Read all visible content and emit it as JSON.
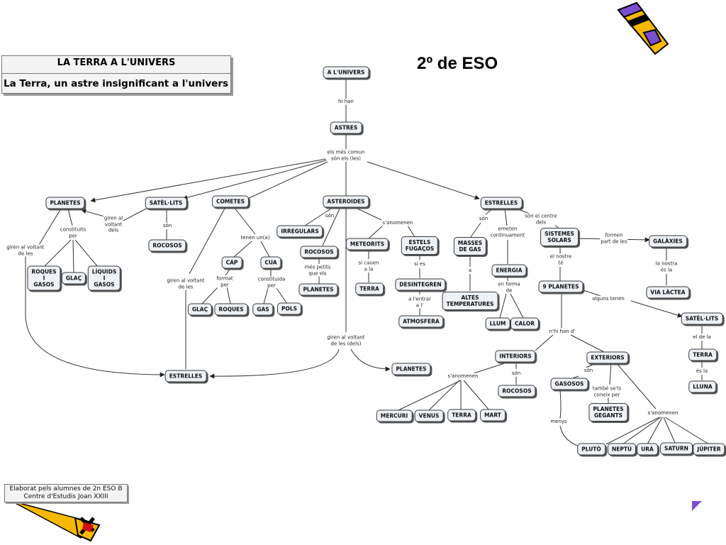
{
  "header": {
    "title": "LA TERRA A L'UNIVERS",
    "subtitle": "La Terra, un astre insignificant a l'univers",
    "grade": "2º de ESO"
  },
  "footer": {
    "credit_line1": "Elaborat pels alumnes de 2n ESO B",
    "credit_line2": "Centre d'Estudis Joan XXIII"
  },
  "concepts": {
    "univers": "A L'UNIVERS",
    "astres": "ASTRES",
    "planetes": "PLANETES",
    "satelits": "SATÈL·LITS",
    "cometes": "COMETES",
    "asteroides": "ASTEROIDES",
    "estrelles": "ESTRELLES",
    "roques_gasos": "ROQUES\nI\nGASOS",
    "glac1": "GLAÇ",
    "liquids_gasos": "LÍQUIDS\nI\nGASOS",
    "rocosos1": "ROCOSOS",
    "cap": "CAP",
    "cua": "CUA",
    "glac2": "GLAÇ",
    "roques": "ROQUES",
    "gas": "GAS",
    "pols": "POLS",
    "irregulars": "IRREGULARS",
    "rocosos2": "ROCOSOS",
    "planetes2": "PLANETES",
    "meteorits": "METEORITS",
    "terra1": "TERRA",
    "estels": "ESTELS\nFUGAÇOS",
    "desintegren": "DESINTEGREN",
    "atmosfera": "ATMOSFERA",
    "estrelles2": "ESTRELLES",
    "planetes3": "PLANETES",
    "masses": "MASSES\nDE GAS",
    "altes": "ALTES\nTEMPERATURES",
    "energia": "ENERGIA",
    "llum": "LLUM",
    "calor": "CALOR",
    "sistemes": "SISTEMES\nSOLARS",
    "galaxies": "GALÀXIES",
    "via": "VIA LÀCTEA",
    "nou": "9 PLANETES",
    "satelits2": "SATÈL·LITS",
    "terra2": "TERRA",
    "lluna": "LLUNA",
    "interiors": "INTERIORS",
    "exteriors": "EXTERIORS",
    "rocosos3": "ROCOSOS",
    "mercuri": "MERCURI",
    "venus": "VENUS",
    "terra3": "TERRA",
    "mart": "MART",
    "gasosos": "GASOSOS",
    "gegants": "PLANETES\nGEGANTS",
    "pluto": "PLUTÓ",
    "neptu": "NEPTÚ",
    "ura": "URÀ",
    "saturn": "SATURN",
    "jupiter": "JÚPITER"
  },
  "links": {
    "hi_han": "hi han",
    "mes_comuns": "els més comun\nsón els (les)",
    "giren_al_voltant_dels": "giren al\nvoltant\ndels",
    "constituits": "constituits\nper",
    "giren_al_voltant_les_left": "giren al voltant\nde les",
    "son_sat": "són",
    "tenen": "tenen un(a)",
    "format": "format\nper",
    "constituida": "constituida\nper",
    "giren_al_voltant_les_mid": "giren al voltant\nde les",
    "son_ast": "són",
    "mes_petits": "més petits\nque els",
    "sanomenen_ast": "s'anomenen",
    "si_cauen": "si cauen\na la",
    "si_es": "si es",
    "a_lentrar": "a l'entrar\na l'",
    "giren_dels": "giren al voltant\nde les (dels)",
    "son_est": "són",
    "a": "a",
    "emeten": "emeten\ncontinuament",
    "en_forma": "en forma\nde",
    "son_centre": "són el centre\ndels",
    "formen": "formen\npart de les",
    "nostra": "la nostra\nés la",
    "nostre": "el nostre\nté",
    "alguns": "alguns tenen",
    "de_la": "el de la",
    "es_la": "és la",
    "nhi_han": "n'hi han d'",
    "sanomenen_int": "s'anomenen",
    "son_int": "són",
    "son_ext": "són",
    "tambe": "també se'ls\nconeix per",
    "sanomenen_ext": "s'anomenen",
    "menys": "menys"
  }
}
